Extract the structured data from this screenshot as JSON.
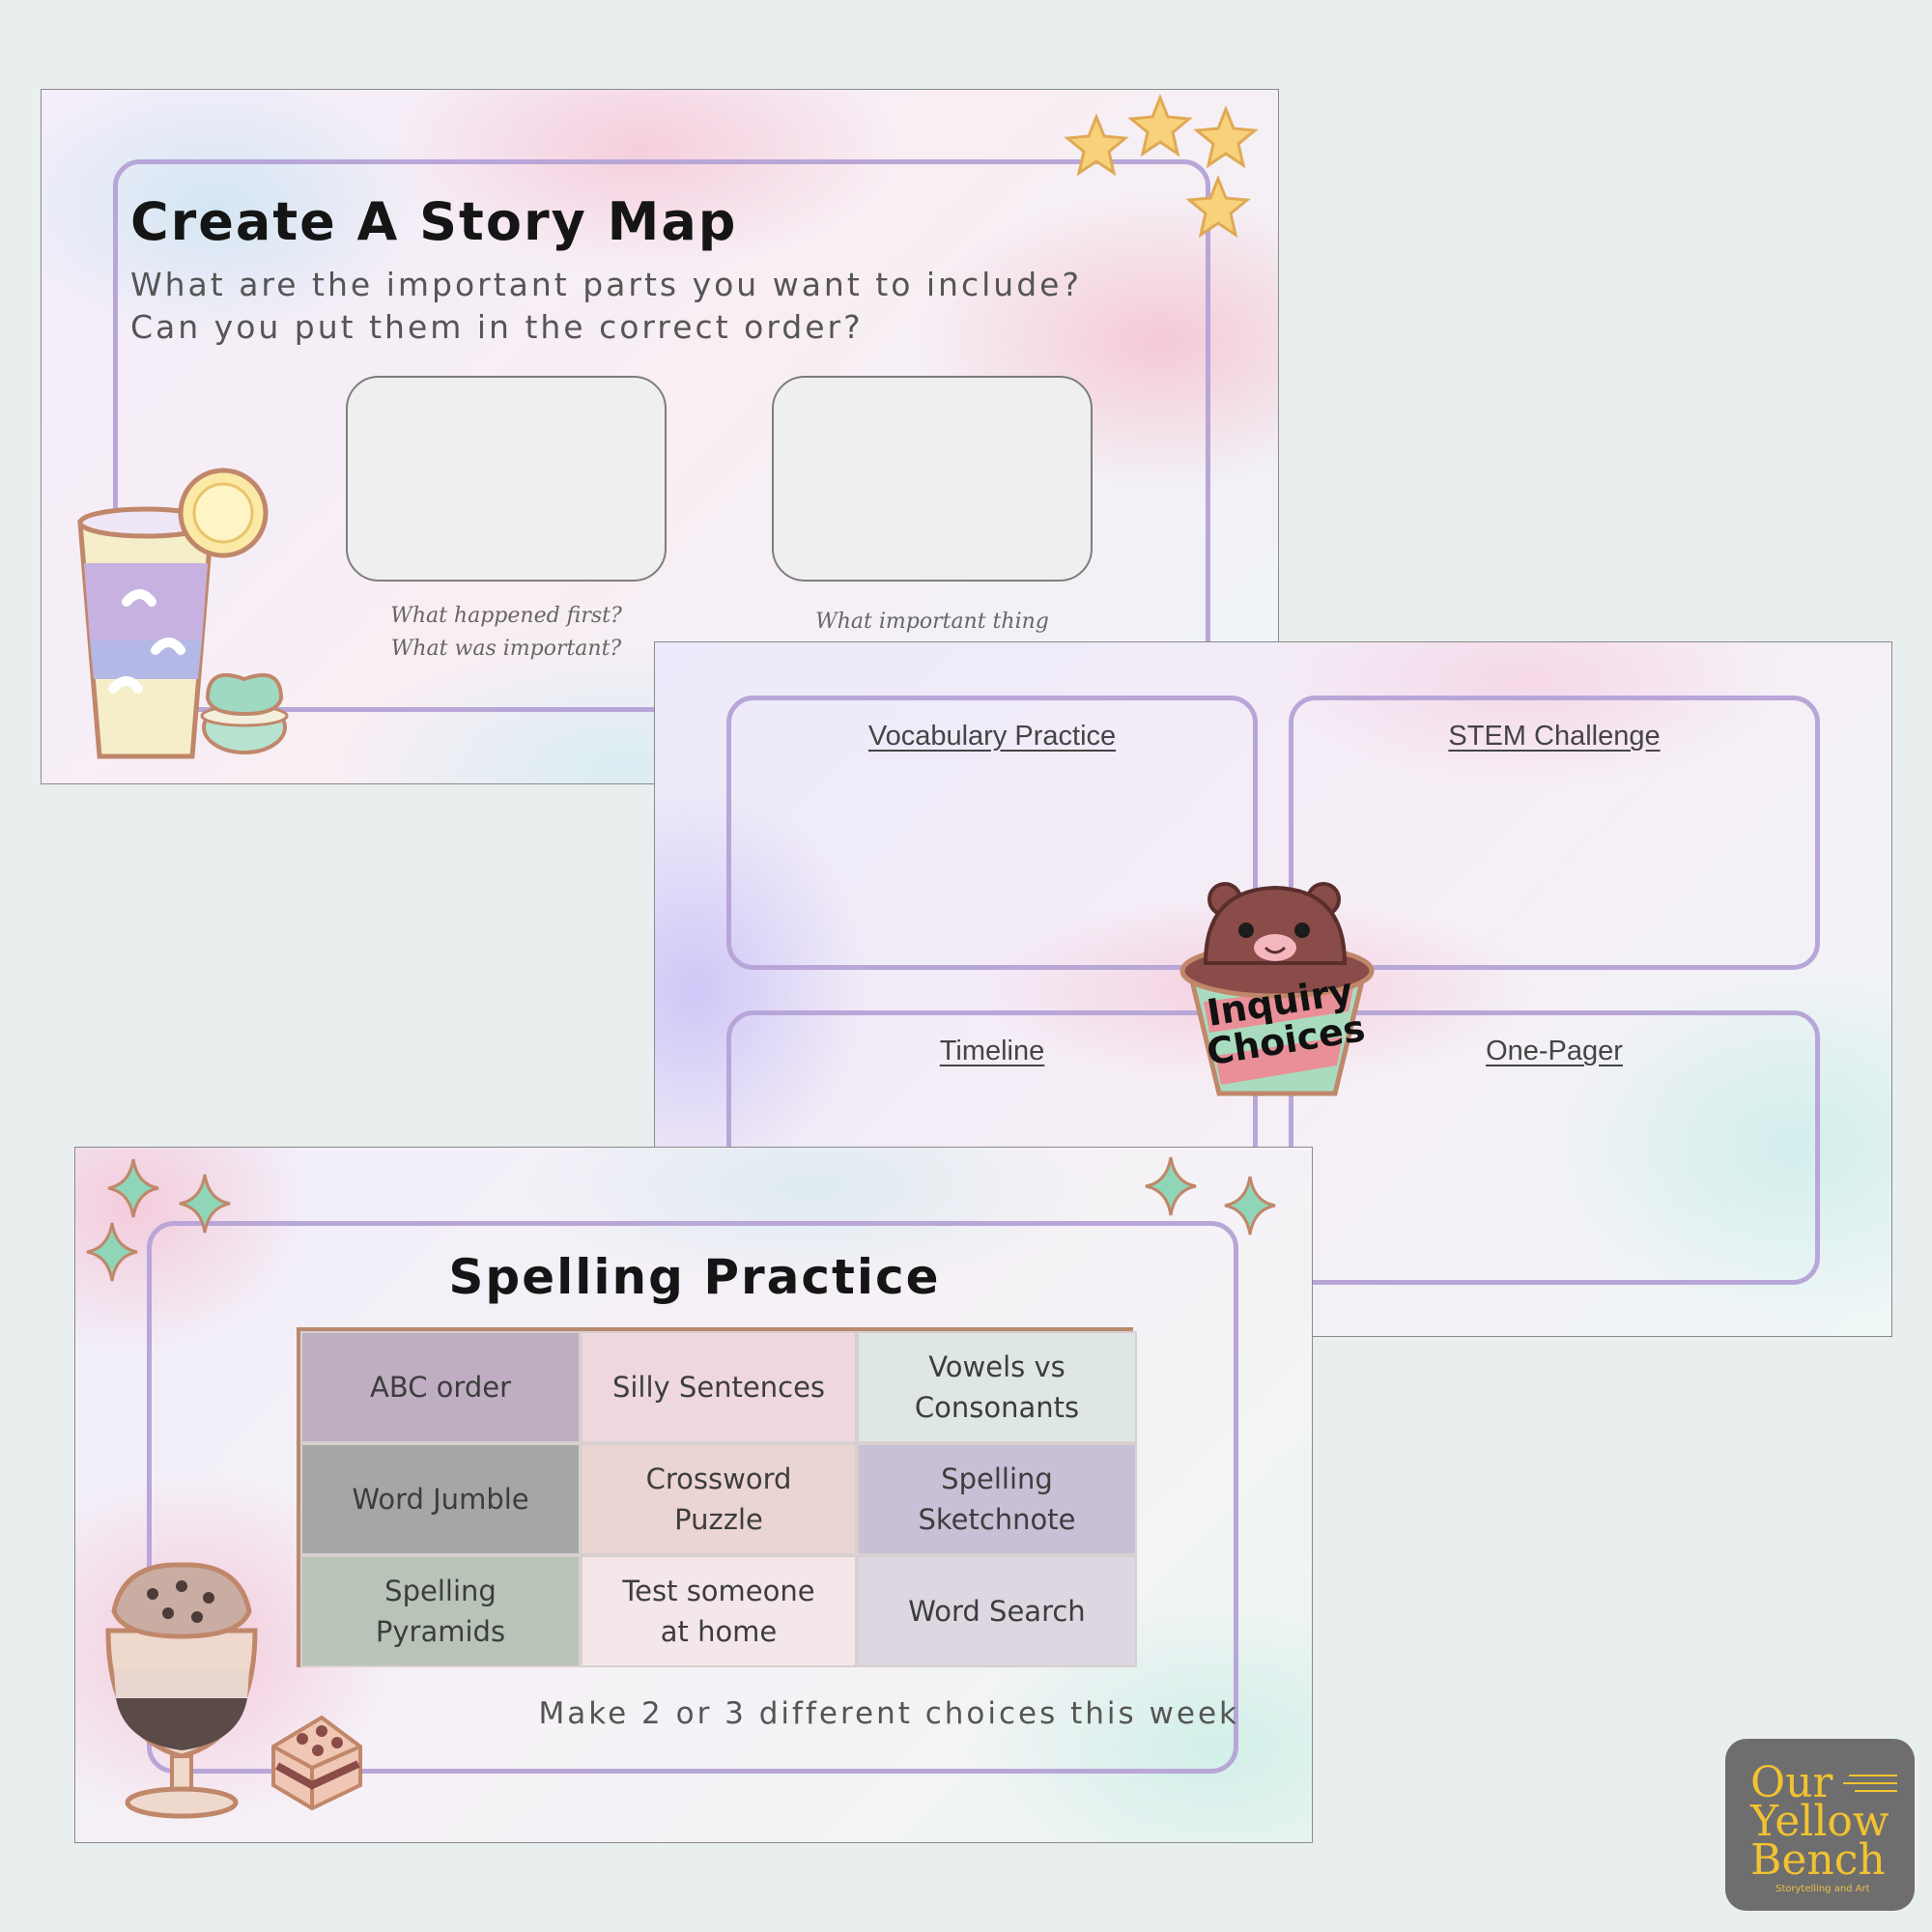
{
  "story_slide": {
    "title": "Create A Story Map",
    "subtitle_line1": "What are the important parts you want to include?",
    "subtitle_line2": "Can you put them in the correct order?",
    "box1_caption_line1": "What happened first?",
    "box1_caption_line2": "What was important?",
    "box2_caption_line1": "What important thing"
  },
  "inquiry_slide": {
    "sticker_label_line1": "Inquiry",
    "sticker_label_line2": "Choices",
    "boxes": [
      {
        "title": "Vocabulary Practice"
      },
      {
        "title": "STEM Challenge"
      },
      {
        "title": "Timeline"
      },
      {
        "title": "One-Pager"
      }
    ]
  },
  "spelling_slide": {
    "title": "Spelling Practice",
    "cells": [
      {
        "line1": "ABC order",
        "line2": "",
        "color": "#bfaec2"
      },
      {
        "line1": "Silly Sentences",
        "line2": "",
        "color": "#eed8de"
      },
      {
        "line1": "Vowels vs",
        "line2": "Consonants",
        "color": "#dfe6e6"
      },
      {
        "line1": "Word Jumble",
        "line2": "",
        "color": "#a6a6a6"
      },
      {
        "line1": "Crossword",
        "line2": "Puzzle",
        "color": "#ebd5d3"
      },
      {
        "line1": "Spelling",
        "line2": "Sketchnote",
        "color": "#c9bfd6"
      },
      {
        "line1": "Spelling",
        "line2": "Pyramids",
        "color": "#b9c4b8"
      },
      {
        "line1": "Test someone",
        "line2": "at home",
        "color": "#f3e7ea"
      },
      {
        "line1": "Word Search",
        "line2": "",
        "color": "#dcd7e1"
      }
    ],
    "footer": "Make 2 or 3 different choices this week"
  },
  "logo": {
    "line1": "Our",
    "line2": "Yellow",
    "line3": "Bench",
    "tagline": "Storytelling and Art"
  },
  "colors": {
    "frame": "#b8a6d8",
    "star": "#f7d27a",
    "sparkle": "#8fd6b9",
    "table_border": "#b98a6c",
    "logo_bg": "#6e6e6e",
    "logo_text": "#f2c230"
  },
  "icons": [
    "star-icon",
    "sparkle-icon",
    "lemonade-glass-icon",
    "macaron-icon",
    "bear-cupcake-icon",
    "parfait-icon",
    "cake-slice-icon"
  ]
}
